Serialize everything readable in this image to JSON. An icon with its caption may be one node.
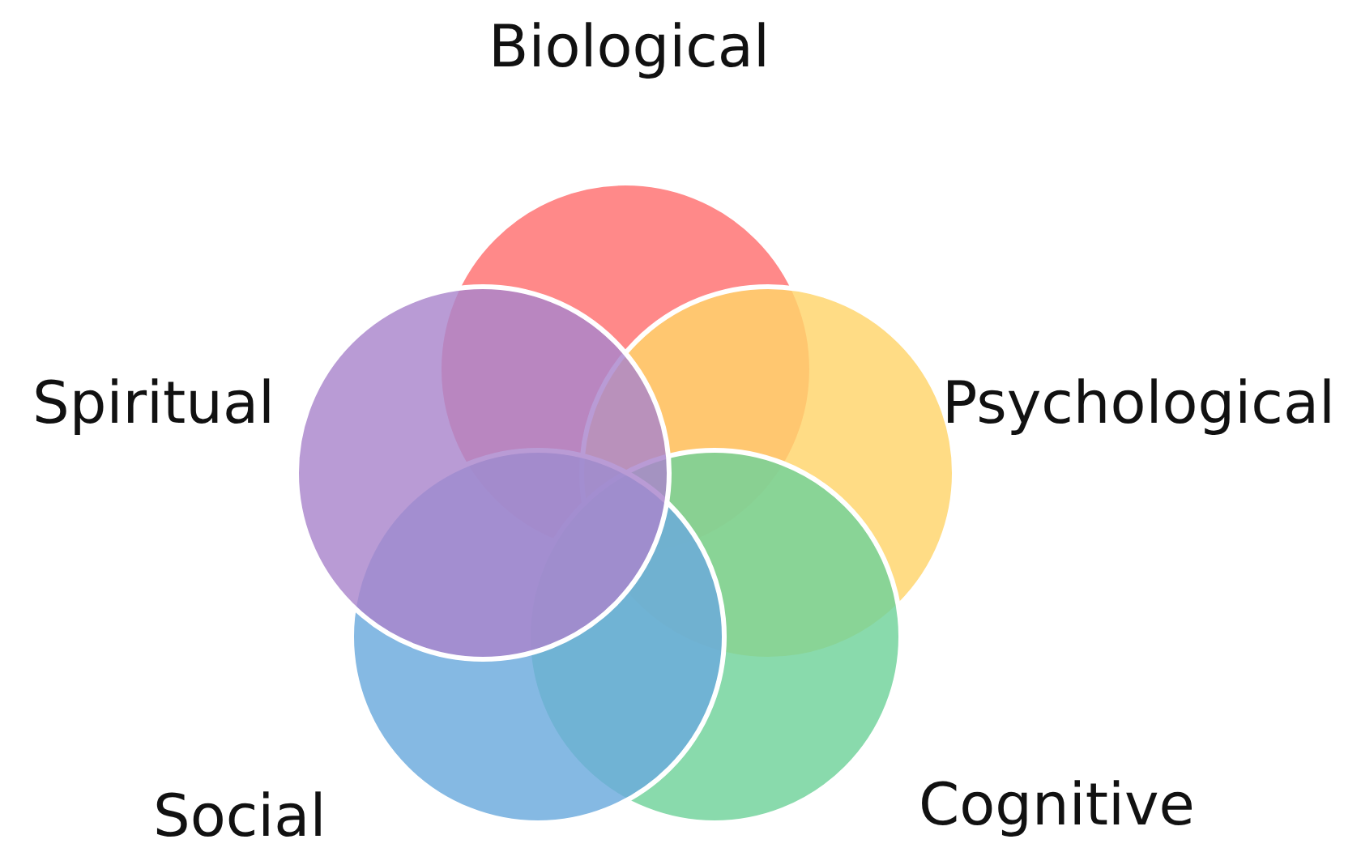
{
  "diagram": {
    "nodes": [
      {
        "text": [
          "Biological"
        ]
      },
      {
        "text": [
          "Psychological"
        ]
      },
      {
        "text": [
          "Cognitive"
        ]
      },
      {
        "text": [
          "Social"
        ]
      },
      {
        "text": [
          "Spiritual"
        ]
      }
    ]
  }
}
